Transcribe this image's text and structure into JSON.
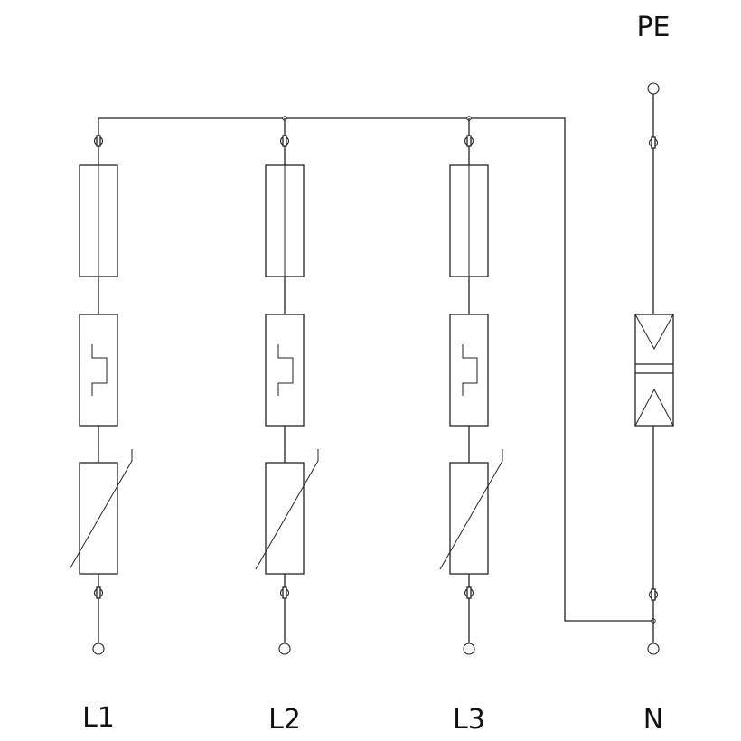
{
  "labels": {
    "pe": "PE",
    "l1": "L1",
    "l2": "L2",
    "l3": "L3",
    "n": "N"
  },
  "colors": {
    "line": "#222222",
    "background": "#ffffff"
  }
}
